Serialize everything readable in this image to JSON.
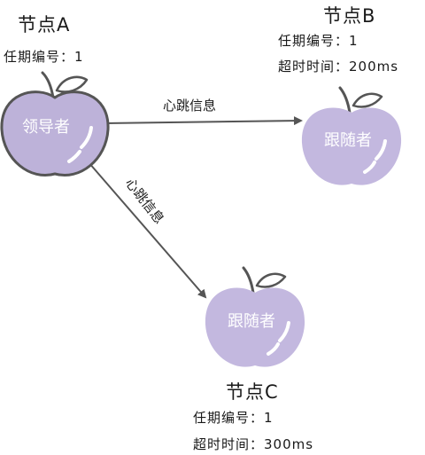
{
  "nodes": {
    "a": {
      "title": "节点A",
      "term": "任期编号：1",
      "role": "领导者"
    },
    "b": {
      "title": "节点B",
      "term": "任期编号：1",
      "timeout": "超时时间：200ms",
      "role": "跟随者"
    },
    "c": {
      "title": "节点C",
      "term": "任期编号：1",
      "timeout": "超时时间：300ms",
      "role": "跟随者"
    }
  },
  "edges": {
    "a_to_b": {
      "label": "心跳信息"
    },
    "a_to_c": {
      "label": "心跳信息"
    }
  },
  "colors": {
    "leader_fill": "#bdb2d9",
    "follower_fill": "#c3b8df",
    "stroke": "#555555",
    "arrow": "#555555"
  }
}
